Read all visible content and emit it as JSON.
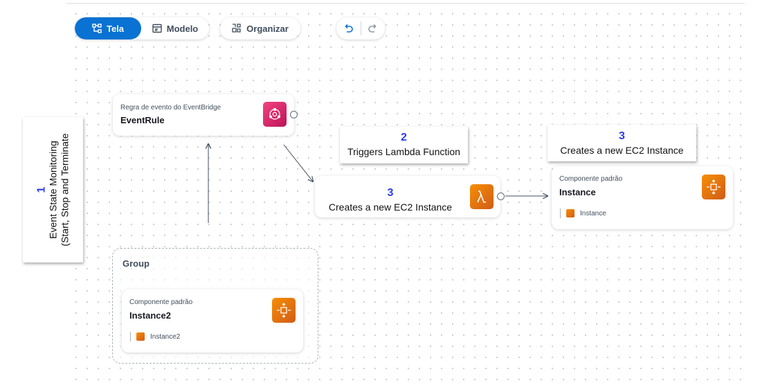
{
  "toolbar": {
    "tab_tela": "Tela",
    "tab_modelo": "Modelo",
    "organizar": "Organizar",
    "icons": {
      "tela": "diagram-icon",
      "modelo": "template-icon",
      "organizar": "arrange-icon",
      "undo": "undo-icon",
      "redo": "redo-icon"
    }
  },
  "nodes": {
    "eventrule": {
      "subtitle": "Regra de evento do EventBridge",
      "title": "EventRule",
      "icon": "eventbridge-icon"
    },
    "lambda": {
      "icon": "lambda-icon"
    },
    "instance": {
      "subtitle": "Componente padrão",
      "title": "Instance",
      "resource": "Instance",
      "icon": "ec2-instance-icon"
    },
    "instance2": {
      "subtitle": "Componente padrão",
      "title": "Instance2",
      "resource": "Instance2",
      "icon": "ec2-instance-icon"
    }
  },
  "group": {
    "label": "Group"
  },
  "annotations": {
    "a1": {
      "number": "1",
      "line1": "Event State Monitoring",
      "line2": "(Start, Stop and Terminate"
    },
    "a2": {
      "number": "2",
      "text": "Triggers Lambda Function"
    },
    "a3_center": {
      "number": "3",
      "text": "Creates a new EC2 Instance"
    },
    "a3_right": {
      "number": "3",
      "text": "Creates a new EC2 Instance"
    }
  },
  "colors": {
    "accent": "#0972d3",
    "eventbridge": "#e7157b",
    "compute": "#ed7100",
    "annotation_number": "#2b3de8"
  }
}
